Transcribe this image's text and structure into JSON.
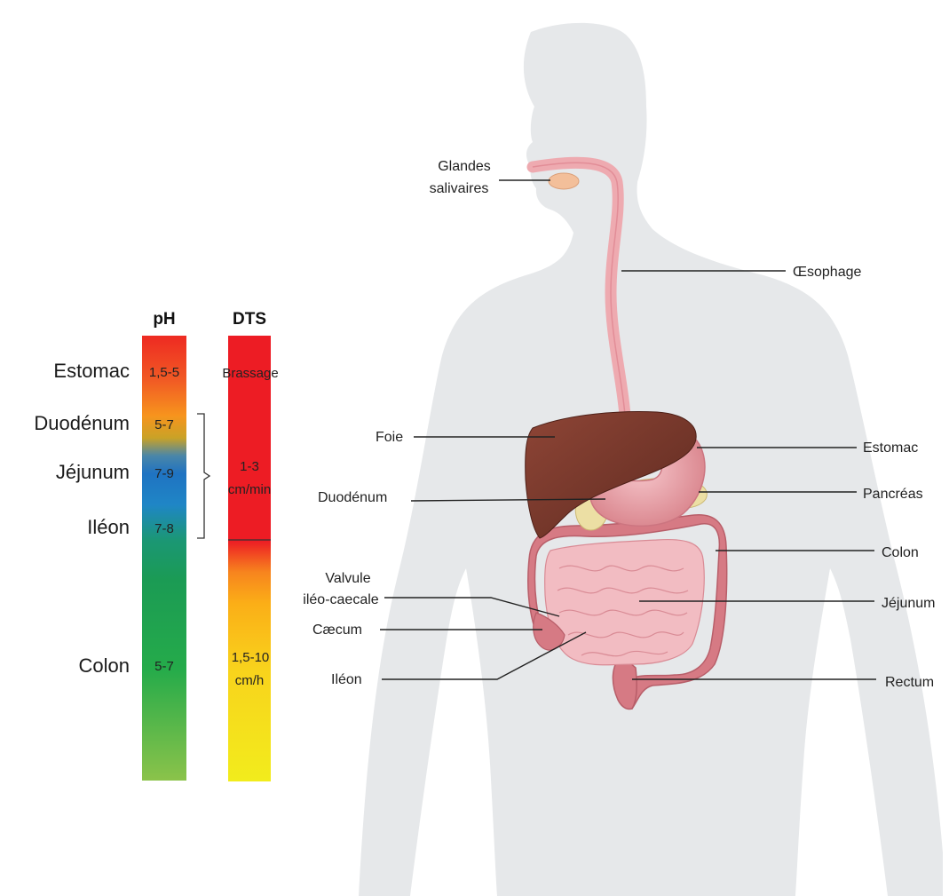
{
  "bars": {
    "ph_title": "pH",
    "dts_title": "DTS"
  },
  "regions": {
    "estomac": "Estomac",
    "duodenum": "Duodénum",
    "jejunum": "Jéjunum",
    "ileon": "Iléon",
    "colon": "Colon"
  },
  "ph_values": {
    "estomac": "1,5-5",
    "duodenum": "5-7",
    "jejunum": "7-9",
    "ileon": "7-8",
    "colon": "5-7"
  },
  "dts_values": {
    "estomac": "Brassage",
    "intestin_line1": "1-3",
    "intestin_line2": "cm/min",
    "colon_line1": "1,5-10",
    "colon_line2": "cm/h"
  },
  "organs": {
    "glandes_line1": "Glandes",
    "glandes_line2": "salivaires",
    "oesophage": "Œsophage",
    "foie": "Foie",
    "estomac": "Estomac",
    "duodenum": "Duodénum",
    "pancreas": "Pancréas",
    "colon": "Colon",
    "valvule_line1": "Valvule",
    "valvule_line2": "iléo-caecale",
    "jejunum": "Jéjunum",
    "caecum": "Cæcum",
    "ileon": "Iléon",
    "rectum": "Rectum"
  },
  "colors": {
    "ph_gradient": [
      "#ee2a22",
      "#f7941d",
      "#2b6fb8",
      "#1f86c6",
      "#1b9b54",
      "#21ad47",
      "#8bc34a"
    ],
    "dts_gradient": [
      "#ed1c24",
      "#ed1c24",
      "#f7941d",
      "#fbb81a",
      "#f4e61a"
    ],
    "body_silhouette": "#e6e8ea",
    "liver": "#7d3a2e",
    "stomach": "#e9a1a8",
    "intestine": "#f0b7bd",
    "colon": "#d9828a",
    "pancreas": "#e9dca0"
  }
}
